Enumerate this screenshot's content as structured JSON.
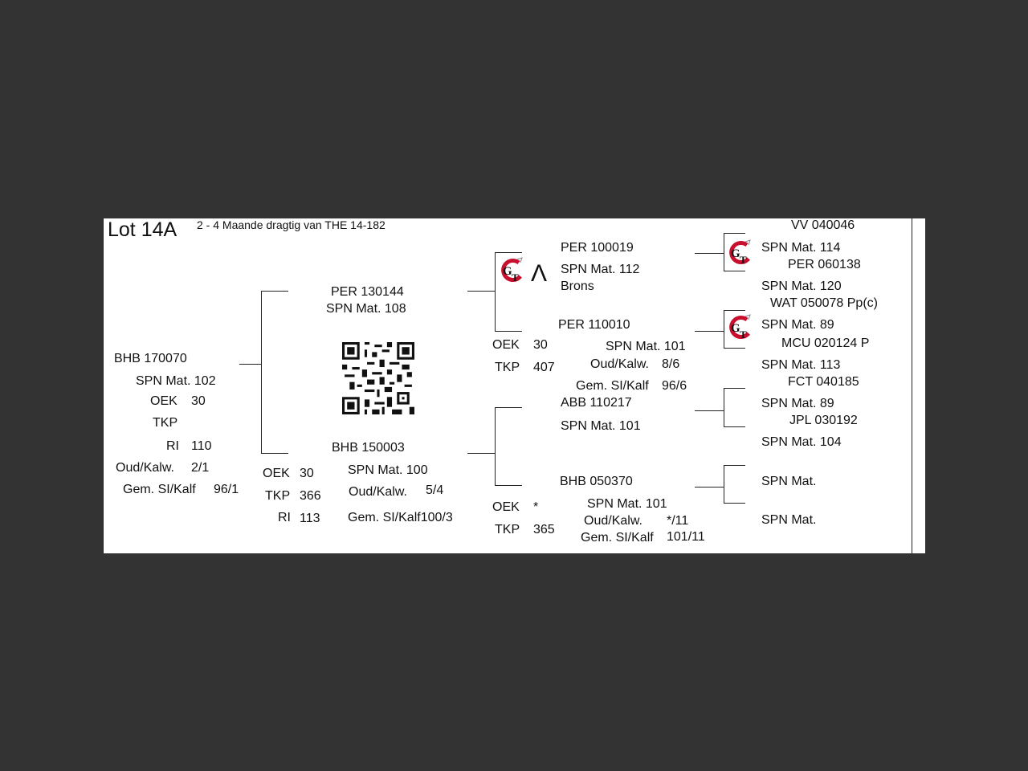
{
  "lot": {
    "title": "Lot 14A",
    "subtitle": "2 - 4 Maande dragtig van THE 14-182"
  },
  "subject": {
    "id": "BHB 170070",
    "spn": "SPN Mat. 102",
    "oek_l": "OEK",
    "oek_v": "30",
    "tkp_l": "TKP",
    "ri_l": "RI",
    "ri_v": "110",
    "oud_l": "Oud/Kalw.",
    "oud_v": "2/1",
    "gem_l": "Gem. SI/Kalf",
    "gem_v": "96/1"
  },
  "sire": {
    "id": "PER 130144",
    "spn": "SPN Mat. 108"
  },
  "dam": {
    "id": "BHB 150003",
    "oek_l": "OEK",
    "oek_v": "30",
    "tkp_l": "TKP",
    "tkp_v": "366",
    "ri_l": "RI",
    "ri_v": "113",
    "spn": "SPN Mat. 100",
    "oud_l": "Oud/Kalw.",
    "oud_v": "5/4",
    "gem": "Gem. SI/Kalf100/3"
  },
  "ss": {
    "id": "PER 100019",
    "spn": "SPN Mat. 112",
    "note": "Brons",
    "symbol": "Λ"
  },
  "sd": {
    "id": "PER 110010",
    "oek_l": "OEK",
    "oek_v": "30",
    "tkp_l": "TKP",
    "tkp_v": "407",
    "spn": "SPN Mat. 101",
    "oud_l": "Oud/Kalw.",
    "oud_v": "8/6",
    "gem_l": "Gem. SI/Kalf",
    "gem_v": "96/6"
  },
  "ds": {
    "id": "ABB 110217",
    "spn": "SPN Mat. 101"
  },
  "dd": {
    "id": "BHB 050370",
    "oek_l": "OEK",
    "oek_v": "*",
    "tkp_l": "TKP",
    "tkp_v": "365",
    "spn": "SPN Mat. 101",
    "oud_l": "Oud/Kalw.",
    "oud_v": "*/11",
    "gem_l": "Gem. SI/Kalf",
    "gem_v": "101/11"
  },
  "gg": [
    {
      "id": "VV  040046"
    },
    {
      "spn": "SPN Mat. 114"
    },
    {
      "id": "PER 060138"
    },
    {
      "spn": "SPN Mat. 120"
    },
    {
      "id": "WAT 050078  Pp(c)"
    },
    {
      "spn": "SPN Mat. 89"
    },
    {
      "id": "MCU 020124  P"
    },
    {
      "spn": "SPN Mat. 113"
    },
    {
      "id": "FCT 040185"
    },
    {
      "spn": "SPN Mat. 89"
    },
    {
      "id": "JPL 030192"
    },
    {
      "spn": "SPN Mat. 104"
    },
    {
      "spn": "SPN Mat."
    },
    {
      "spn": "SPN Mat."
    }
  ],
  "icons": {
    "gt_logo": "gt-logo-icon",
    "qr_code": "qr-code-icon"
  },
  "colors": {
    "logo_red": "#c8102e",
    "page_bg": "#333333",
    "paper": "#ffffff"
  }
}
